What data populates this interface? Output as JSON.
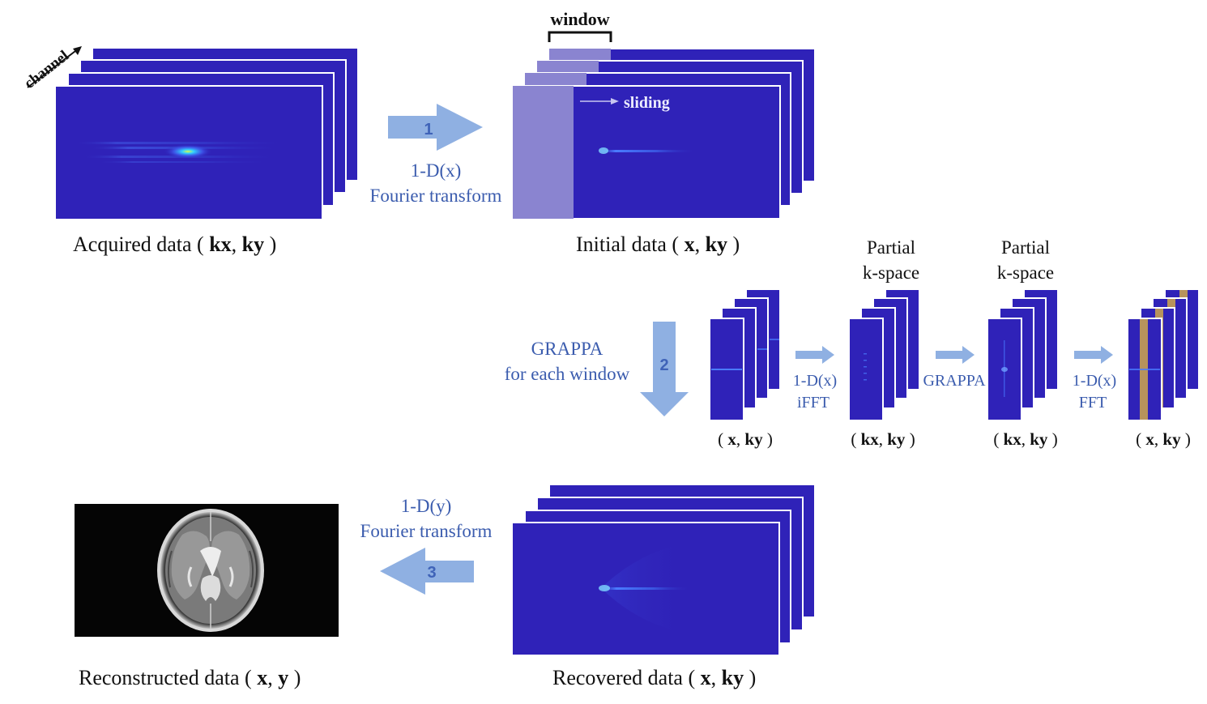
{
  "colors": {
    "frame": "#2f22b8",
    "frame_border": "#ffffff",
    "window_highlight": "#8a84d0",
    "arrow": "#8fb0e2",
    "arrow_text": "#3f63b8",
    "label_blue": "#3b5cae",
    "sampled_line": "#b7935c",
    "brain_bg": "#050505"
  },
  "top": {
    "channel_label": "channel",
    "acquired": {
      "pre": "Acquired data ( ",
      "b1": "kx",
      "sep": ", ",
      "b2": "ky",
      "post": " )"
    },
    "step1": {
      "number": "1",
      "line1": "1-D(x)",
      "line2": "Fourier transform"
    },
    "window_label": "window",
    "sliding_label": "sliding",
    "initial": {
      "pre": "Initial data ( ",
      "b1": "x",
      "sep": ", ",
      "b2": "ky",
      "post": " )"
    }
  },
  "middle": {
    "step2": {
      "number": "2",
      "line1": "GRAPPA",
      "line2": "for each  window"
    },
    "partial1": {
      "line1": "Partial",
      "line2": "k-space"
    },
    "partial2": {
      "line1": "Partial",
      "line2": "k-space"
    },
    "op1": {
      "line1": "1-D(x)",
      "line2": "iFFT"
    },
    "op2": {
      "line1": "GRAPPA"
    },
    "op3": {
      "line1": "1-D(x)",
      "line2": "FFT"
    },
    "stack_labels": [
      {
        "pre": "( ",
        "b1": "x",
        "sep": ", ",
        "b2": "ky",
        "post": " )"
      },
      {
        "pre": "( ",
        "b1": "kx",
        "sep": ", ",
        "b2": "ky",
        "post": " )"
      },
      {
        "pre": "( ",
        "b1": "kx",
        "sep": ", ",
        "b2": "ky",
        "post": " )"
      },
      {
        "pre": "( ",
        "b1": "x",
        "sep": ", ",
        "b2": "ky",
        "post": " )"
      }
    ]
  },
  "bottom": {
    "step3": {
      "number": "3",
      "line1": "1-D(y)",
      "line2": "Fourier transform"
    },
    "recovered": {
      "pre": "Recovered data ( ",
      "b1": "x",
      "sep": ", ",
      "b2": "ky",
      "post": " )"
    },
    "reconstructed": {
      "pre": "Reconstructed data ( ",
      "b1": "x",
      "sep": ", ",
      "b2": "y",
      "post": " )"
    }
  }
}
